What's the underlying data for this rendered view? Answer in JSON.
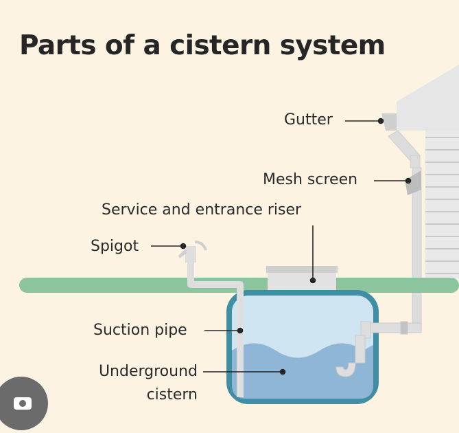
{
  "title": "Parts of a cistern system",
  "labels": {
    "gutter": "Gutter",
    "mesh_screen": "Mesh screen",
    "riser": "Service and entrance riser",
    "spigot": "Spigot",
    "suction_pipe": "Suction pipe",
    "cistern_line1": "Underground",
    "cistern_line2": "cistern"
  },
  "colors": {
    "background": "#fcf3e3",
    "ground": "#8cc4a0",
    "tank_outline": "#3f8ea3",
    "tank_air": "#cfe6f2",
    "tank_water": "#8fb6d6",
    "pipe": "#dedede",
    "house": "#e5e5e5",
    "text": "#262626"
  },
  "icons": {
    "overlay": "camera-icon"
  }
}
